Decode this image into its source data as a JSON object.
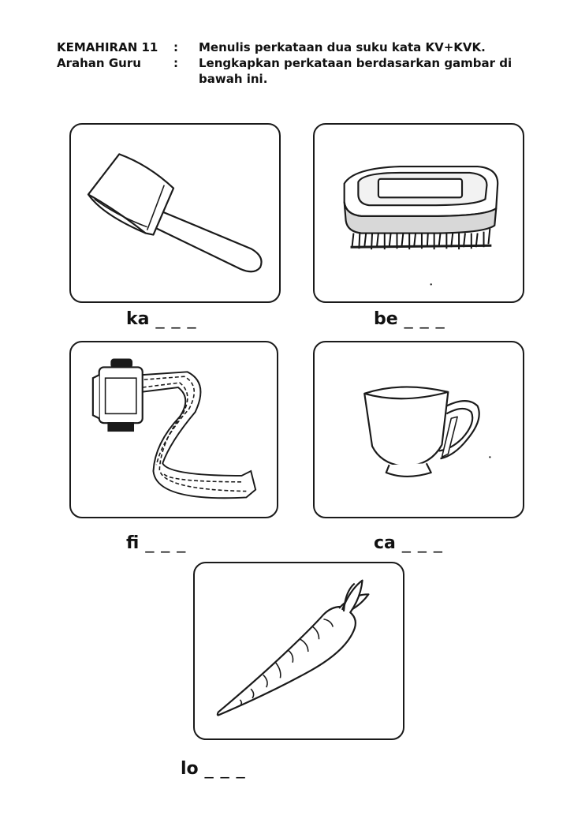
{
  "header": {
    "skill_label": "KEMAHIRAN 11",
    "skill_text": "Menulis perkataan dua suku kata KV+KVK.",
    "instruction_label": "Arahan Guru",
    "instruction_text": "Lengkapkan perkataan berdasarkan gambar di bawah ini.",
    "separator": ":"
  },
  "exercises": [
    {
      "prefix": "ka",
      "blanks": "_ _ _",
      "picture": "axe-icon"
    },
    {
      "prefix": "be",
      "blanks": "_ _ _",
      "picture": "brush-icon"
    },
    {
      "prefix": "fi",
      "blanks": "_ _ _",
      "picture": "film-roll-icon"
    },
    {
      "prefix": "ca",
      "blanks": "_ _ _",
      "picture": "teacup-icon"
    },
    {
      "prefix": "lo",
      "blanks": "_ _ _",
      "picture": "carrot-icon"
    }
  ]
}
